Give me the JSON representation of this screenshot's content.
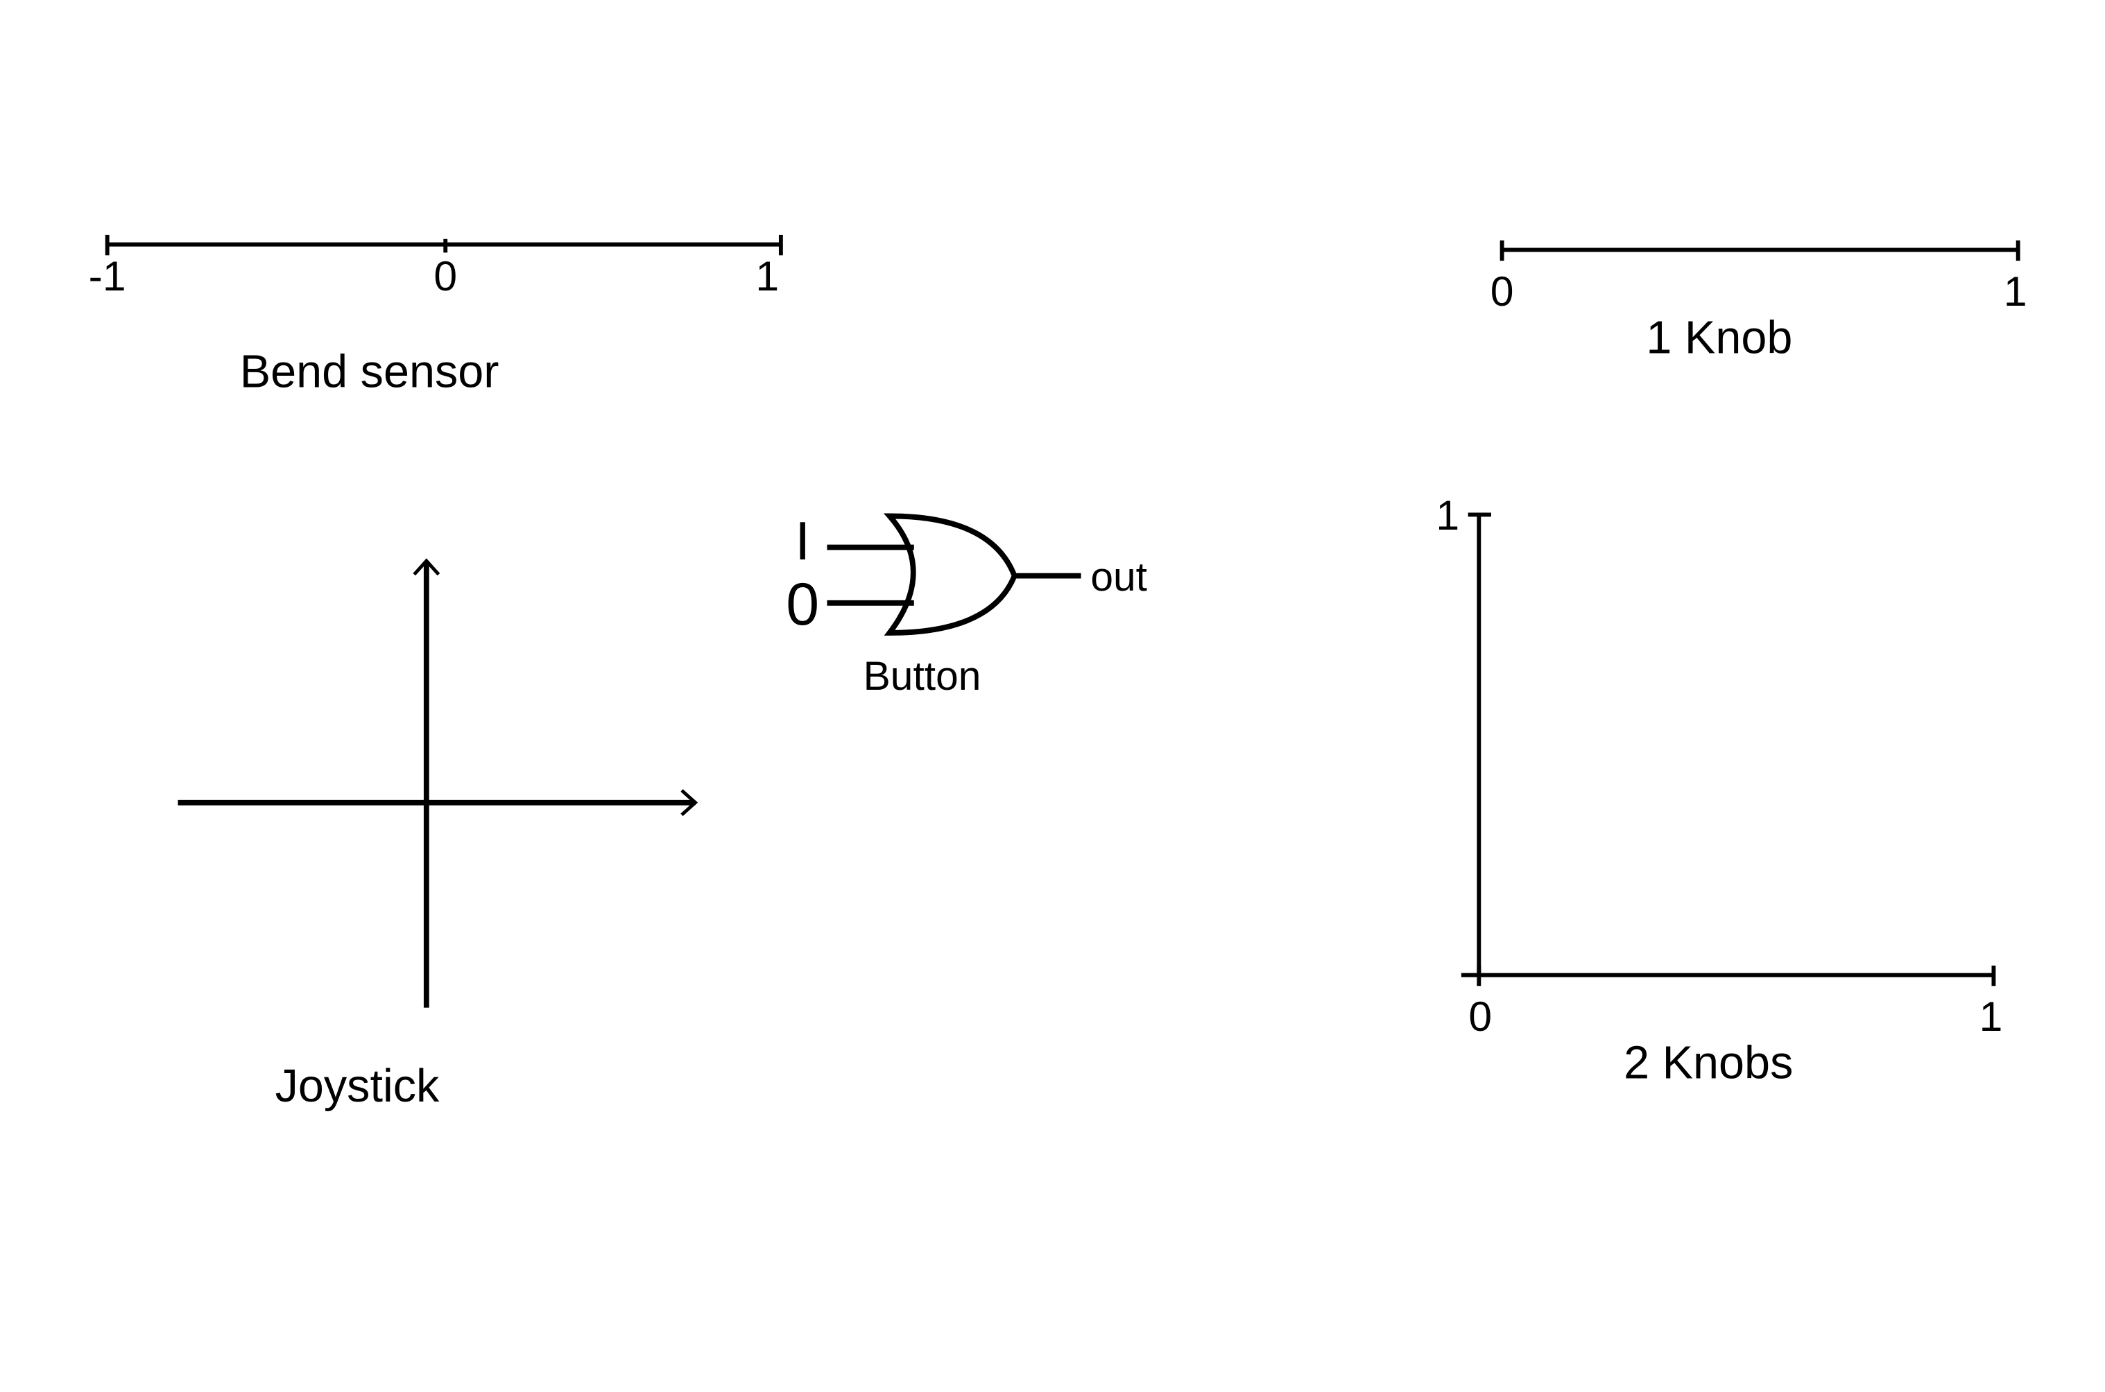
{
  "bend_sensor": {
    "label": "Bend sensor",
    "ticks": [
      "-1",
      "0",
      "1"
    ]
  },
  "one_knob": {
    "label": "1 Knob",
    "ticks": [
      "0",
      "1"
    ]
  },
  "two_knobs": {
    "label": "2 Knobs",
    "x_ticks": [
      "0",
      "1"
    ],
    "y_tick": "1"
  },
  "joystick": {
    "label": "Joystick"
  },
  "button": {
    "label": "Button",
    "input_high": "I",
    "input_low": "0",
    "output": "out"
  },
  "colors": {
    "ink": "#000000",
    "background": "#ffffff"
  }
}
